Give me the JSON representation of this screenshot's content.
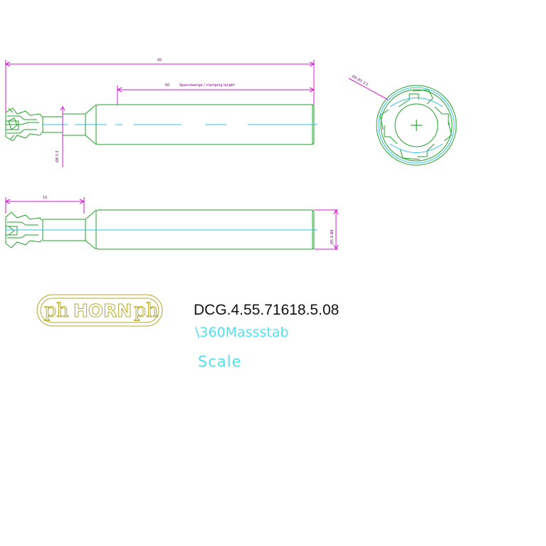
{
  "drawing": {
    "part_number": "DCG.4.55.71618.5.08",
    "massstab_label": "\\360Massstab",
    "scale_label": "Scale",
    "logo_text": "HORN",
    "logo_mark": "ph",
    "dims": {
      "overall_length": "85",
      "clamping_length": "60",
      "clamping_caption": "Spannlaenge / clamping length",
      "head_length": "16",
      "shank_dia_top": "Ø8  5.5",
      "end_view_dims": "Ø8  Ø5  3.5",
      "shank_dia_side": "Ø5  8  Ø8"
    }
  },
  "colors": {
    "outline": "#1fa32a",
    "dimension": "#d21bd2",
    "centerline": "#2ec0e8",
    "logo": "#b5a82a",
    "text_cyan": "#53e0ee"
  }
}
